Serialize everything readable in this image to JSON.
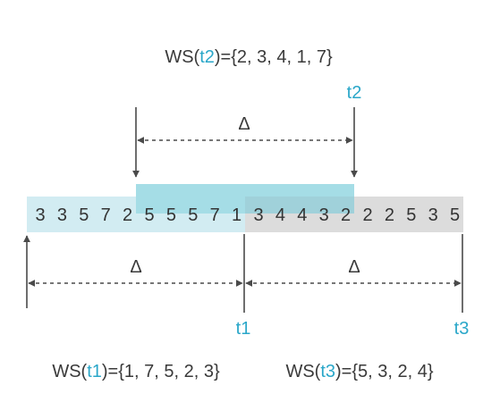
{
  "ws_t2": {
    "prefix": "WS(",
    "t": "t2",
    "suffix": ")={2, 3, 4, 1, 7}"
  },
  "ws_t1": {
    "prefix": "WS(",
    "t": "t1",
    "suffix": ")={1, 7, 5, 2, 3}"
  },
  "ws_t3": {
    "prefix": "WS(",
    "t": "t3",
    "suffix": ")={5, 3, 2, 4}"
  },
  "time_labels": {
    "t1": "t1",
    "t2": "t2",
    "t3": "t3"
  },
  "delta_symbol": "Δ",
  "sequence": [
    "3",
    "3",
    "5",
    "7",
    "2",
    "5",
    "5",
    "5",
    "7",
    "1",
    "3",
    "4",
    "4",
    "3",
    "2",
    "2",
    "2",
    "5",
    "3",
    "5"
  ],
  "colors": {
    "window_t1": "#d2ecf2",
    "window_t2": "#a5dde6",
    "window_t3": "#dcdcdc",
    "accent_text": "#2aa7c9"
  }
}
